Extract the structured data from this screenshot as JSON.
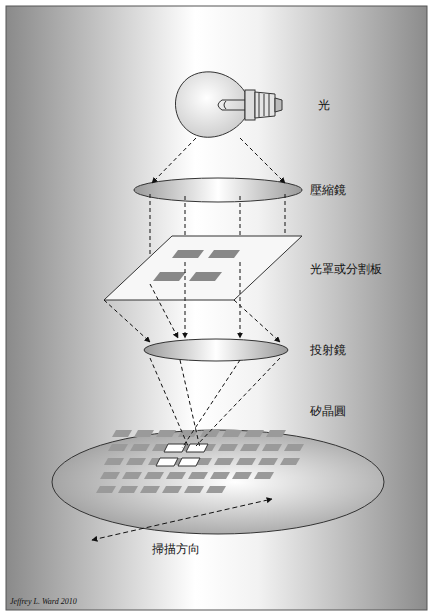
{
  "diagram": {
    "labels": [
      "光",
      "壓縮鏡",
      "光罩或分割板",
      "投射鏡",
      "矽晶圓",
      "掃描方向",
      "Jeffrey L. Ward 2010"
    ]
  }
}
